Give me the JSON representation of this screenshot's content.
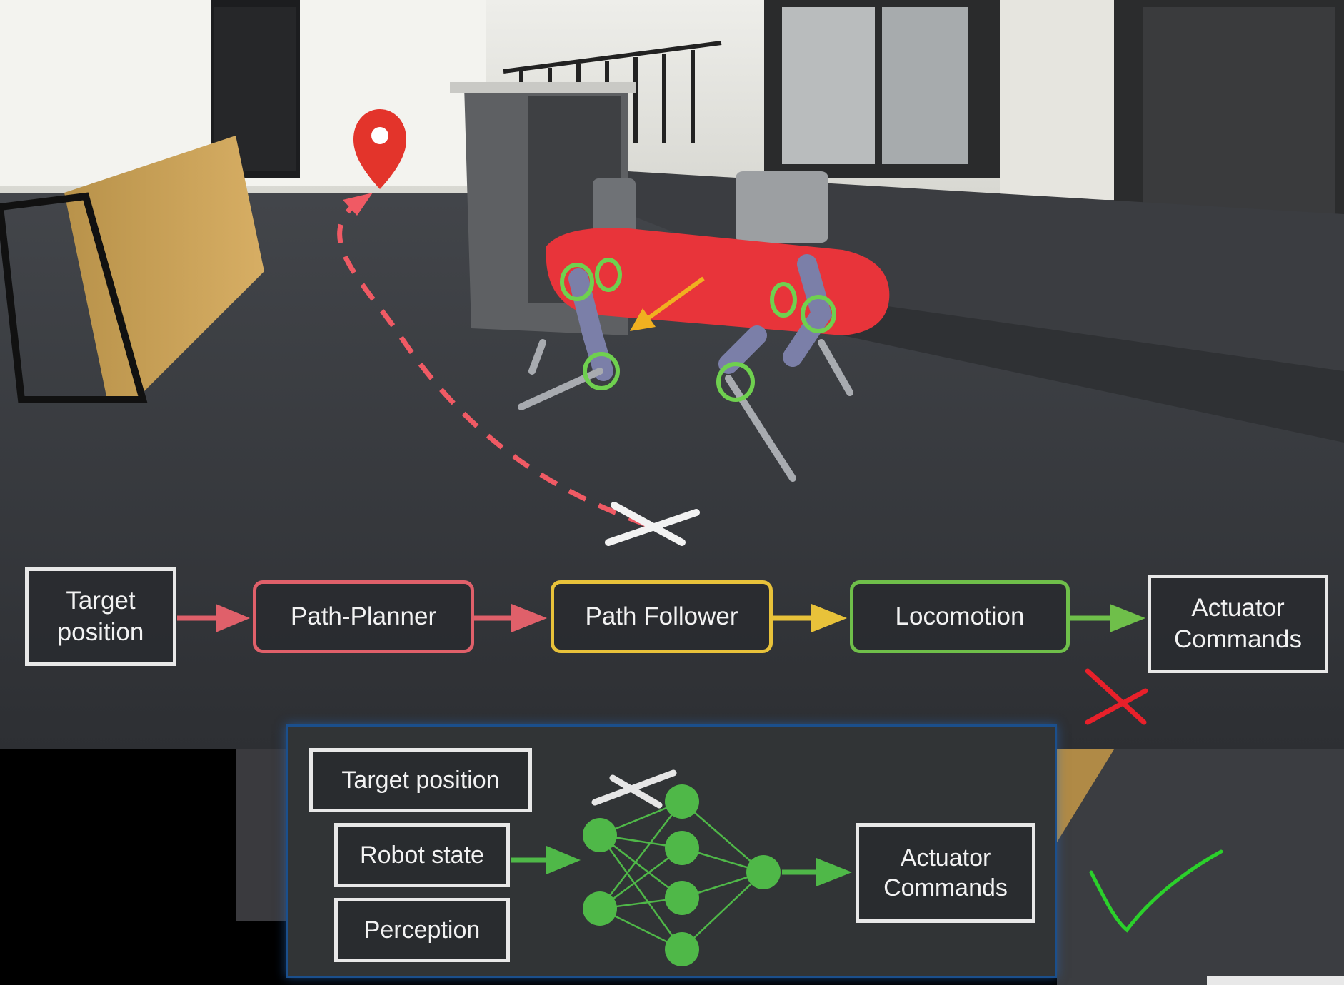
{
  "top_pipeline": {
    "target": [
      "Target",
      "position"
    ],
    "path_planner": "Path-Planner",
    "path_follower": "Path Follower",
    "locomotion": "Locomotion",
    "actuator": [
      "Actuator",
      "Commands"
    ]
  },
  "learned_pipeline": {
    "inputs": [
      "Target position",
      "Robot state",
      "Perception"
    ],
    "actuator": [
      "Actuator",
      "Commands"
    ]
  },
  "colors": {
    "target": "#e8e8e8",
    "path_planner": "#e0606a",
    "path_follower": "#e8c23a",
    "locomotion": "#6fbf4a",
    "network": "#4fb848",
    "reject_mark": "#e8202a",
    "accept_mark": "#2bd02b"
  }
}
